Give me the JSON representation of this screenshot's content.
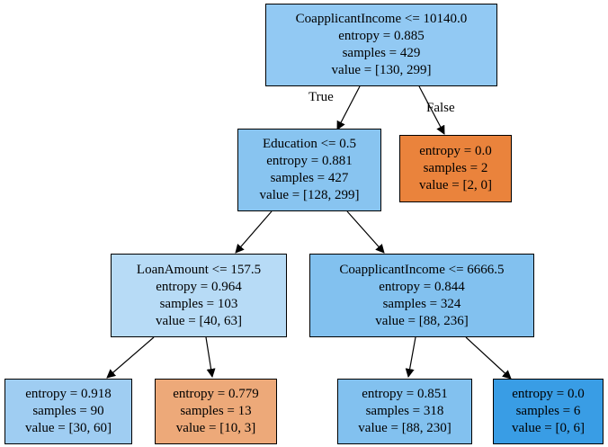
{
  "colors": {
    "root": "#92c9f3",
    "n1": "#88c4f0",
    "n2": "#ea833c",
    "n3": "#b7dbf6",
    "n4": "#82c1ef",
    "n5": "#9fcdf2",
    "n6": "#eda979",
    "n7": "#82c1ef",
    "n8": "#399de5"
  },
  "tree": {
    "root": {
      "split": "CoapplicantIncome <= 10140.0",
      "entropy": "entropy = 0.885",
      "samples": "samples = 429",
      "value": "value = [130, 299]"
    },
    "n1": {
      "split": "Education <= 0.5",
      "entropy": "entropy = 0.881",
      "samples": "samples = 427",
      "value": "value = [128, 299]"
    },
    "n2": {
      "entropy": "entropy = 0.0",
      "samples": "samples = 2",
      "value": "value = [2, 0]"
    },
    "n3": {
      "split": "LoanAmount <= 157.5",
      "entropy": "entropy = 0.964",
      "samples": "samples = 103",
      "value": "value = [40, 63]"
    },
    "n4": {
      "split": "CoapplicantIncome <= 6666.5",
      "entropy": "entropy = 0.844",
      "samples": "samples = 324",
      "value": "value = [88, 236]"
    },
    "n5": {
      "entropy": "entropy = 0.918",
      "samples": "samples = 90",
      "value": "value = [30, 60]"
    },
    "n6": {
      "entropy": "entropy = 0.779",
      "samples": "samples = 13",
      "value": "value = [10, 3]"
    },
    "n7": {
      "entropy": "entropy = 0.851",
      "samples": "samples = 318",
      "value": "value = [88, 230]"
    },
    "n8": {
      "entropy": "entropy = 0.0",
      "samples": "samples = 6",
      "value": "value = [0, 6]"
    }
  },
  "edge_labels": {
    "true_label": "True",
    "false_label": "False"
  }
}
